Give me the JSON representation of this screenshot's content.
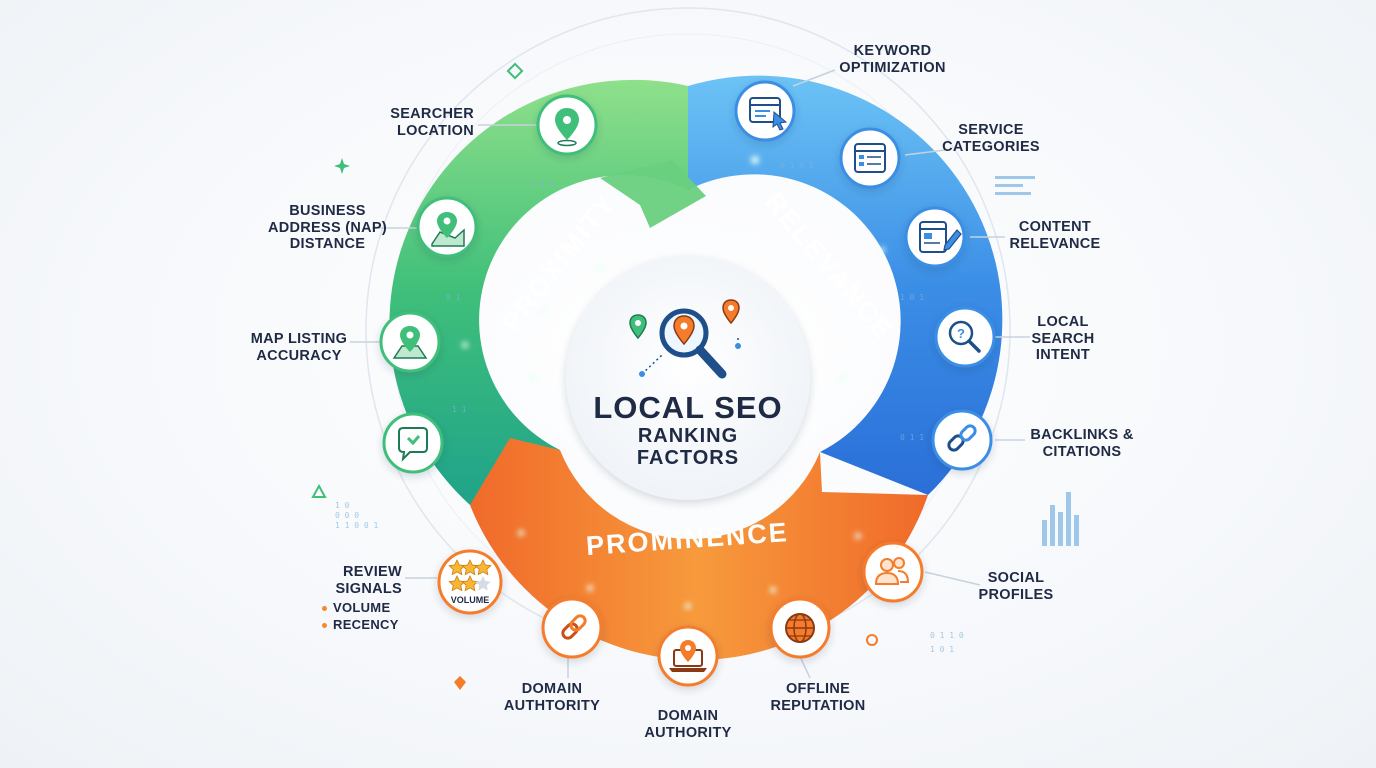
{
  "center": {
    "title": "LOCAL SEO",
    "subtitle_line1": "RANKING",
    "subtitle_line2": "FACTORS"
  },
  "segments": {
    "proximity": "PROXIMITY",
    "relevance": "RELEVANCE",
    "prominence": "PROMINENCE"
  },
  "colors": {
    "proximity": "#3fbf7a",
    "relevance": "#3b8ee6",
    "prominence": "#f57c2b",
    "text": "#1f2a44"
  },
  "factors": {
    "searcher_location": [
      "SEARCHER",
      "LOCATION"
    ],
    "business_address": [
      "BUSINESS",
      "ADDRESS (NAP)",
      "DISTANCE"
    ],
    "map_listing": [
      "MAP LISTING",
      "ACCURACY"
    ],
    "keyword_optimization": [
      "KEYWORD",
      "OPTIMIZATION"
    ],
    "service_categories": [
      "SERVICE",
      "CATEGORIES"
    ],
    "content_relevance": [
      "CONTENT",
      "RELEVANCE"
    ],
    "local_search_intent": [
      "LOCAL",
      "SEARCH",
      "INTENT"
    ],
    "backlinks": [
      "BACKLINKS &",
      "CITATIONS"
    ],
    "review_signals": [
      "REVIEW",
      "SIGNALS"
    ],
    "review_bullets": [
      "VOLUME",
      "RECENCY"
    ],
    "review_icon_caption": "VOLUME",
    "social_profiles": [
      "SOCIAL",
      "PROFILES"
    ],
    "domain_authority_left": [
      "DOMAIN",
      "AUTHTORITY"
    ],
    "domain_authority_bottom": [
      "DOMAIN",
      "AUTHORITY"
    ],
    "offline_reputation": [
      "OFFLINE",
      "REPUTATION"
    ]
  },
  "icons": [
    "location-pin-icon",
    "map-pin-icon",
    "map-icon",
    "chat-bubble-icon",
    "browser-cursor-icon",
    "list-window-icon",
    "edit-document-icon",
    "question-search-icon",
    "link-icon",
    "stars-icon",
    "users-icon",
    "chain-link-icon",
    "laptop-pin-icon",
    "globe-icon",
    "magnifier-pins-icon"
  ]
}
